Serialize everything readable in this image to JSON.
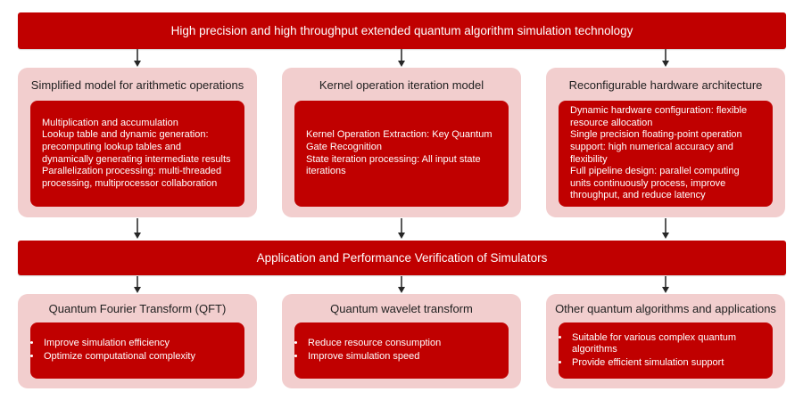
{
  "colors": {
    "banner_red": "#c00000",
    "inner_box_red": "#c00000",
    "card_pink": "#f2cece",
    "header_text": "#202020",
    "body_text": "#ffffff",
    "arrow_line": "#595959",
    "arrow_head": "#262626",
    "background": "#ffffff"
  },
  "top_banner": {
    "label": "High precision and high throughput extended quantum algorithm simulation technology"
  },
  "mid_banner": {
    "label": "Application and Performance Verification of Simulators"
  },
  "row1": [
    {
      "title": "Simplified model for arithmetic operations",
      "lines": [
        "Multiplication and accumulation",
        "Lookup table and dynamic generation: precomputing lookup tables and dynamically generating intermediate results",
        "Parallelization processing: multi-threaded processing, multiprocessor collaboration"
      ]
    },
    {
      "title": "Kernel operation iteration model",
      "lines": [
        "Kernel Operation Extraction: Key Quantum Gate Recognition",
        "State iteration processing: All input state iterations"
      ]
    },
    {
      "title": "Reconfigurable hardware architecture",
      "lines": [
        "Dynamic hardware configuration: flexible resource allocation",
        "Single precision floating-point operation support: high numerical accuracy and flexibility",
        "Full pipeline design: parallel computing units continuously process, improve throughput, and reduce latency"
      ]
    }
  ],
  "row2": [
    {
      "title": "Quantum Fourier Transform (QFT)",
      "bullets": [
        "Improve simulation efficiency",
        "Optimize computational complexity"
      ]
    },
    {
      "title": "Quantum wavelet transform",
      "bullets": [
        "Reduce resource consumption",
        "Improve simulation speed"
      ]
    },
    {
      "title": "Other quantum algorithms and  applications",
      "bullets": [
        "Suitable for various complex quantum algorithms",
        "Provide efficient simulation support"
      ]
    }
  ]
}
